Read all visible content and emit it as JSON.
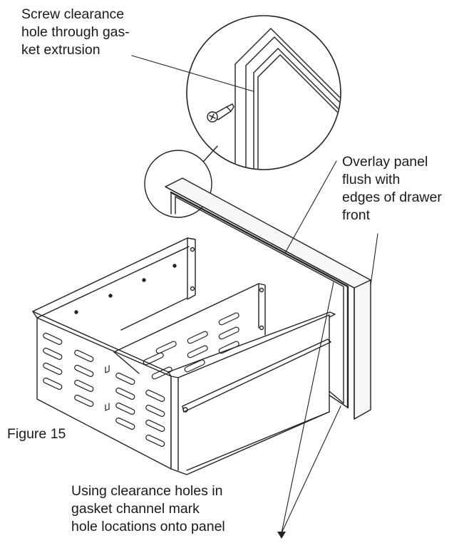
{
  "figure_label": "Figure 15",
  "callouts": {
    "screw_clearance": [
      "Screw clearance",
      "hole through gas-",
      "ket extrusion"
    ],
    "overlay_panel": [
      "Overlay panel",
      "flush with",
      "edges of drawer",
      "front"
    ],
    "clearance_holes": [
      "Using clearance holes in",
      "gasket channel mark",
      "hole locations onto panel"
    ]
  },
  "colors": {
    "line": "#222222",
    "panel_fill": "#f4f4f4",
    "background": "#ffffff"
  }
}
